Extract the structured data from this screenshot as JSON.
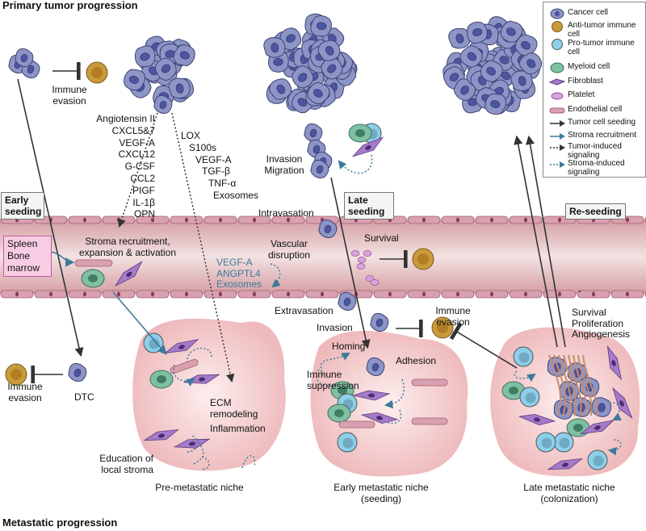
{
  "colors": {
    "cancer_cell": "#8d95c7",
    "anti_tumor_cell": "#c99a3a",
    "pro_tumor_cell": "#8ccfe8",
    "myeloid_cell": "#7fbfa3",
    "fibroblast": "#a57ac9",
    "platelet": "#d7a3dd",
    "endothelial_cell": "#d9a0b0",
    "vessel": "#e3c1c3",
    "niche": "#f3d3d3",
    "stroma_arrow": "#3d7a99"
  },
  "section_titles": {
    "primary": "Primary tumor progression",
    "metastatic": "Metastatic progression"
  },
  "stage_boxes": {
    "early": "Early seeding",
    "late": "Late seeding",
    "reseeding": "Re-seeding"
  },
  "labels": {
    "immune_evasion_top": "Immune evasion",
    "tumor_factors": [
      "Angiotensin II",
      "CXCL5&7",
      "VEGF-A",
      "CXCL12",
      "G-CSF",
      "CCL2",
      "PIGF",
      "IL-1β",
      "OPN"
    ],
    "lox_factors": [
      "LOX",
      "S100s",
      "VEGF-A",
      "TGF-β",
      "TNF-α",
      "Exosomes"
    ],
    "invasion_migration": "Invasion Migration",
    "intravasation": "Intravasation",
    "survival": "Survival",
    "stroma_recruitment": "Stroma recruitment, expansion & activation",
    "spleen_bone_marrow": "Spleen Bone marrow",
    "vascular_disruption": "Vascular disruption",
    "stroma_factors": [
      "VEGF-A",
      "ANGPTL4",
      "Exosomes"
    ],
    "extravasation": "Extravasation",
    "invasion": "Invasion",
    "immune_evasion_mid": "Immune evasion",
    "survival_prolif": [
      "Survival",
      "Proliferation",
      "Angiogenesis"
    ],
    "homing": "Homing",
    "adhesion": "Adhesion",
    "immune_suppression": "Immune suppression",
    "immune_evasion_dtc": "Immune evasion",
    "dtc": "DTC",
    "ecm": "ECM remodeling",
    "inflammation": "Inflammation",
    "education": "Education of local stroma",
    "pre_niche": "Pre-metastatic niche",
    "early_niche": "Early metastatic niche (seeding)",
    "late_niche": "Late metastatic niche (colonization)"
  },
  "legend": [
    {
      "label": "Cancer cell",
      "icon": "cancer-cell-icon"
    },
    {
      "label": "Anti-tumor immune cell",
      "icon": "anti-tumor-cell-icon"
    },
    {
      "label": "Pro-tumor immune cell",
      "icon": "pro-tumor-cell-icon"
    },
    {
      "label": "Myeloid cell",
      "icon": "myeloid-cell-icon"
    },
    {
      "label": "Fibroblast",
      "icon": "fibroblast-icon"
    },
    {
      "label": "Platelet",
      "icon": "platelet-icon"
    },
    {
      "label": "Endothelial cell",
      "icon": "endothelial-cell-icon"
    },
    {
      "label": "Tumor cell seeding",
      "icon": "tumor-seeding-arrow-icon"
    },
    {
      "label": "Stroma recruitment",
      "icon": "stroma-recruitment-arrow-icon"
    },
    {
      "label": "Tumor-induced signaling",
      "icon": "tumor-signaling-arrow-icon"
    },
    {
      "label": "Stroma-induced signaling",
      "icon": "stroma-signaling-arrow-icon"
    }
  ]
}
